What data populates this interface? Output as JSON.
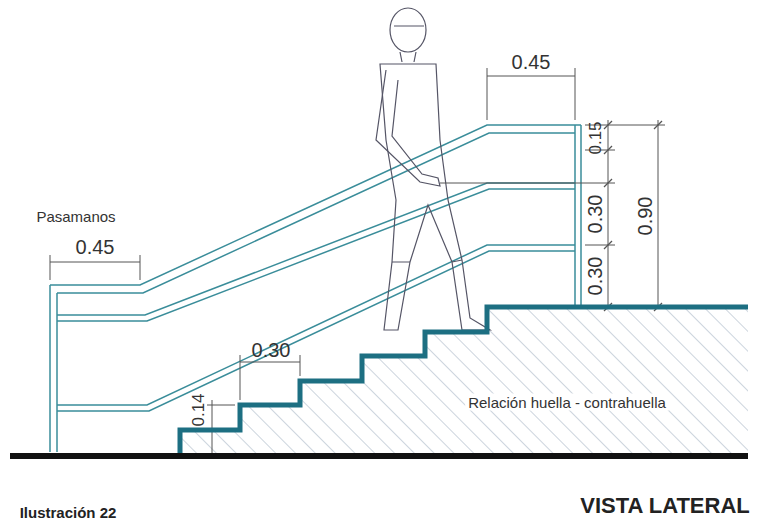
{
  "diagram": {
    "title": "VISTA LATERAL",
    "caption": "Ilustración 22",
    "labels": [
      "0.45",
      "0.15",
      "0.30",
      "0.90",
      "0.30",
      "Pasamanos",
      "0.45",
      "0.30",
      "0.14",
      "Relación huella - contrahuella"
    ]
  }
}
